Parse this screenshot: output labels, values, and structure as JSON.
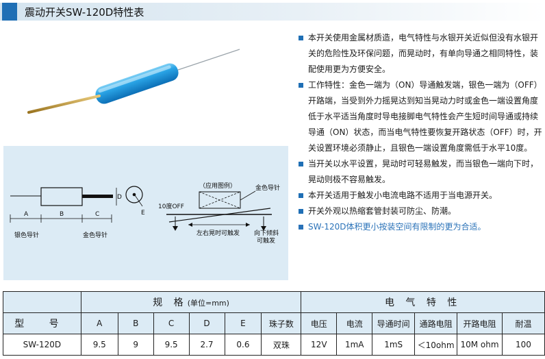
{
  "header": {
    "title": "震动开关SW-120D特性表",
    "accent": "#1f6fb5"
  },
  "description": [
    "本开关使用金属材质造，电气特性与水银开关近似但没有水银开关的危险性及环保问题，而晃动时，有单向导通之相同特性，装配使用更为方便安全。",
    "工作特性：金色一端为（ON）导通触发端，银色一端为（OFF）开路端，当受到外力摇晃达到知当晃动力时或金色一端设置角度低于水平适当角度时导电接脚电气特性会产生短时间导通或持续导通（ON）状态，而当电气特性要恢复开路状态（OFF）时，开关设置环境必须静止，且银色一端设置角度需低于水平10度。",
    "当开关以水平设置，晃动时可轻易触发，而当银色一端向下时，晃动则极不容易触发。",
    "本开关适用于触发小电流电路不适用于当电源开关。",
    "开关外观以热缩套管封装可防尘、防潮。",
    "SW-120D体积更小按装空间有限制的更为合适。"
  ],
  "diagram": {
    "dim_labels": [
      "A",
      "B",
      "C",
      "D",
      "E"
    ],
    "silver_lead": "银色导针",
    "gold_lead": "金色导针",
    "example_label": "（应用图例）",
    "gold_lead_right": "金色导针",
    "off_angle": "10度OFF",
    "shake_trigger": "左右晃时可触发",
    "tilt_trigger": [
      "向下倾斜",
      "可触发"
    ]
  },
  "table": {
    "spec_group": "规 格",
    "spec_unit": "(单位=mm)",
    "elec_group": "电 气 特 性",
    "columns": [
      "型 号",
      "A",
      "B",
      "C",
      "D",
      "E",
      "珠子数",
      "电压",
      "电流",
      "导通时间",
      "通路电阻",
      "开路电阻",
      "耐温"
    ],
    "row": [
      "SW-120D",
      "9.5",
      "9",
      "9.5",
      "2.7",
      "0.6",
      "双珠",
      "12V",
      "1mA",
      "1mS",
      "＜10ohm",
      "10M ohm",
      "100"
    ]
  }
}
